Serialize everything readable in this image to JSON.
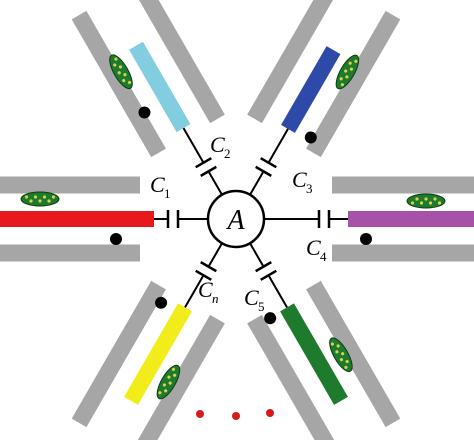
{
  "center": {
    "label": "A"
  },
  "arms": [
    {
      "id": "c1",
      "cap_letter": "C",
      "cap_sub": "1",
      "sub_italic": false,
      "strip_color": "#e8191c"
    },
    {
      "id": "c2",
      "cap_letter": "C",
      "cap_sub": "2",
      "sub_italic": false,
      "strip_color": "#82cde0"
    },
    {
      "id": "c3",
      "cap_letter": "C",
      "cap_sub": "3",
      "sub_italic": false,
      "strip_color": "#2d4aa8"
    },
    {
      "id": "c4",
      "cap_letter": "C",
      "cap_sub": "4",
      "sub_italic": false,
      "strip_color": "#a552a8"
    },
    {
      "id": "c5",
      "cap_letter": "C",
      "cap_sub": "5",
      "sub_italic": false,
      "strip_color": "#1e7a2c"
    },
    {
      "id": "cn",
      "cap_letter": "C",
      "cap_sub": "n",
      "sub_italic": true,
      "strip_color": "#f2ec1a"
    }
  ],
  "colors": {
    "plate": "#a6a6a6",
    "wire": "#000000",
    "ellipse_fill": "#1e7a2c",
    "ellipse_dots": "#d8d050",
    "ellipsis_dots": "#d91a1a"
  }
}
